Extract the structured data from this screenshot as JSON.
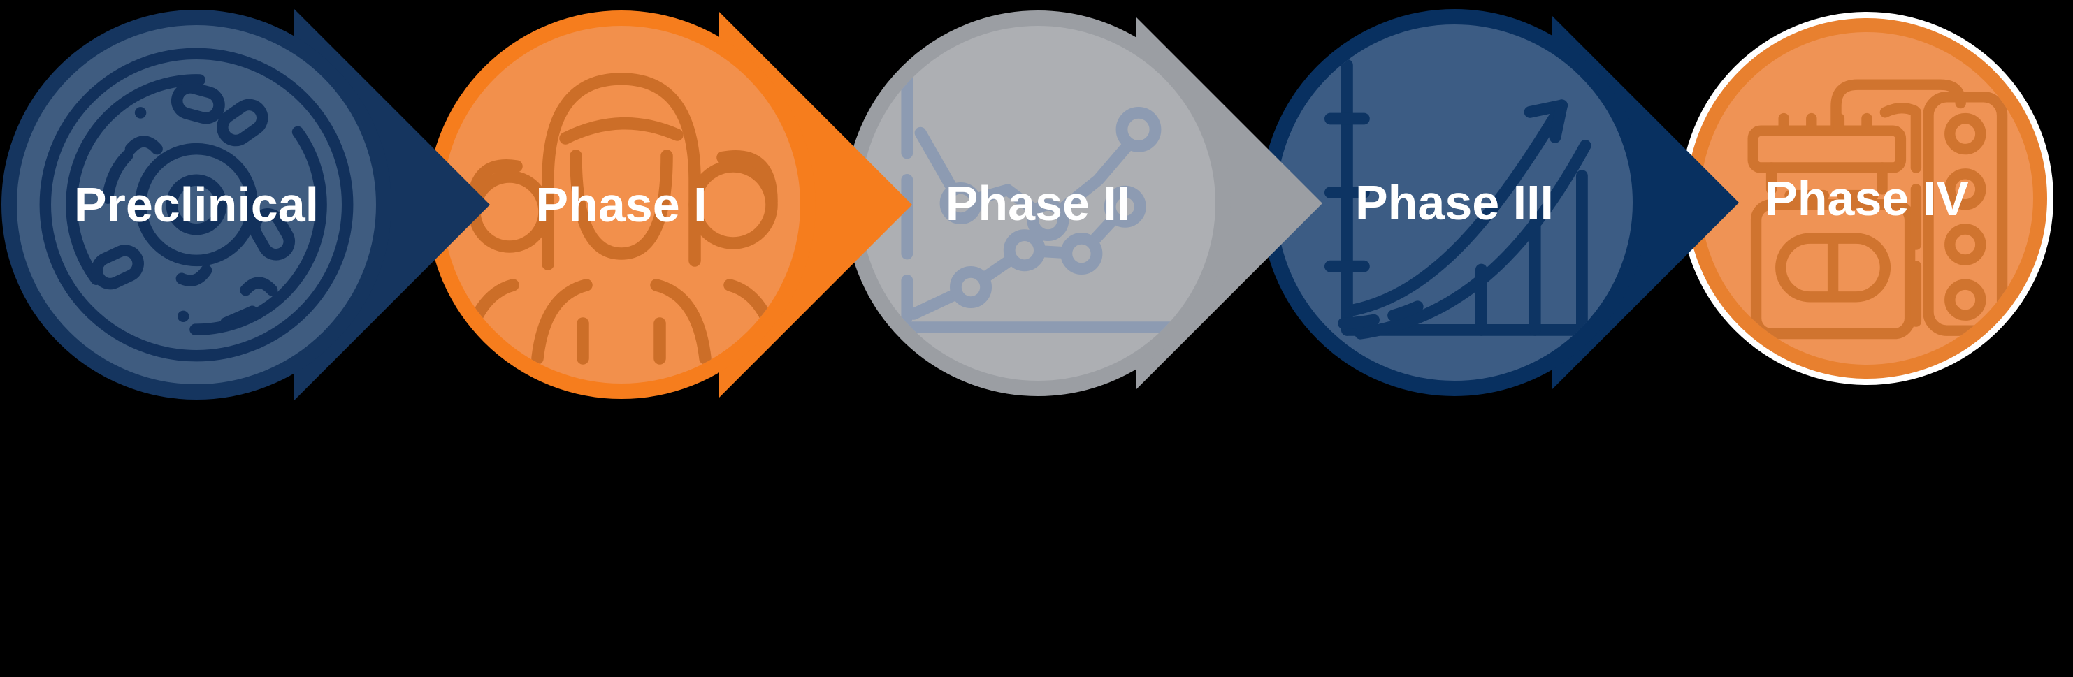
{
  "diagram": {
    "name": "clinical-trial-phases",
    "background_color": "#000000",
    "text_color": "#ffffff"
  },
  "steps": [
    {
      "label": "Preclinical",
      "icon": "petri-dish-icon",
      "border_color": "#15355f",
      "fill_color": "#3f5c80",
      "icon_color": "#12315c",
      "arrow_color": "#15355f",
      "text_color": "#ffffff"
    },
    {
      "label": "Phase I",
      "icon": "people-group-icon",
      "border_color": "#f67d1d",
      "fill_color": "#f2904c",
      "icon_color": "#cc6e28",
      "arrow_color": "#f67d1d",
      "text_color": "#ffffff"
    },
    {
      "label": "Phase II",
      "icon": "line-chart-icon",
      "border_color": "#9b9ea3",
      "fill_color": "#adafb3",
      "icon_color": "#8d9bb2",
      "arrow_color": "#9b9ea3",
      "text_color": "#ffffff"
    },
    {
      "label": "Phase III",
      "icon": "growth-chart-icon",
      "border_color": "#083060",
      "fill_color": "#3c5c84",
      "icon_color": "#0d3463",
      "arrow_color": "#083060",
      "text_color": "#ffffff"
    },
    {
      "label": "Phase IV",
      "icon": "medicine-pack-icon",
      "border_color": "#e8802f",
      "fill_color": "#ef9355",
      "icon_color": "#d0742f",
      "outer_ring_color": "#ffffff",
      "arrow_color": null,
      "text_color": "#ffffff"
    }
  ]
}
